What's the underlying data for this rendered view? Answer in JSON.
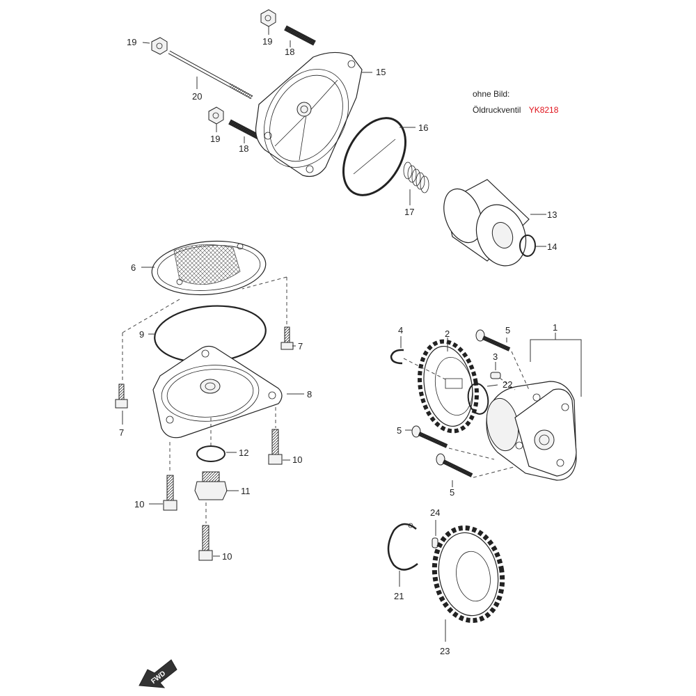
{
  "note": {
    "line1": "ohne Bild:",
    "line2_label": "Öldruckventil",
    "line2_code": "YK8218",
    "code_color": "#e0121b"
  },
  "callouts": {
    "c1": "1",
    "c2": "2",
    "c3": "3",
    "c4": "4",
    "c5a": "5",
    "c5b": "5",
    "c5c": "5",
    "c6": "6",
    "c7a": "7",
    "c7b": "7",
    "c8": "8",
    "c9": "9",
    "c10a": "10",
    "c10b": "10",
    "c10c": "10",
    "c11": "11",
    "c12": "12",
    "c13": "13",
    "c14": "14",
    "c15": "15",
    "c16": "16",
    "c17": "17",
    "c18a": "18",
    "c18b": "18",
    "c19a": "19",
    "c19b": "19",
    "c19c": "19",
    "c20": "20",
    "c21": "21",
    "c22": "22",
    "c23": "23",
    "c24": "24"
  },
  "fwd_label": "FWD"
}
